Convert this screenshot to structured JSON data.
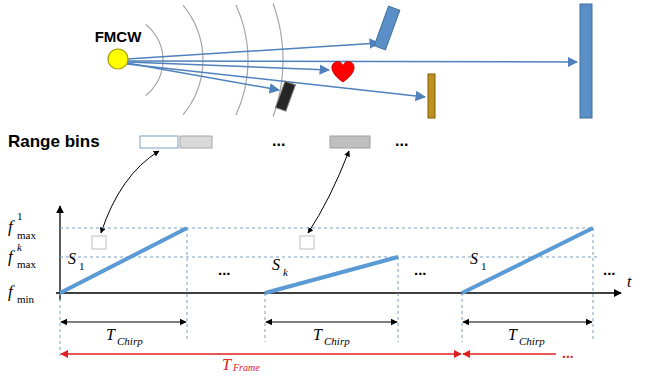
{
  "diagram": {
    "nodes": [
      {
        "text": [
          "FMCW"
        ]
      }
    ],
    "labels": [
      "Range bins",
      "...",
      "...",
      "f",
      "1",
      "max",
      "f",
      "k",
      "max",
      "f",
      "min",
      "S",
      "1",
      "...",
      "S",
      "k",
      "...",
      "S",
      "1",
      "...",
      "t",
      "T",
      "Chirp",
      "T",
      "Chirp",
      "T",
      "Chirp",
      "T",
      "Frame",
      "..."
    ]
  }
}
